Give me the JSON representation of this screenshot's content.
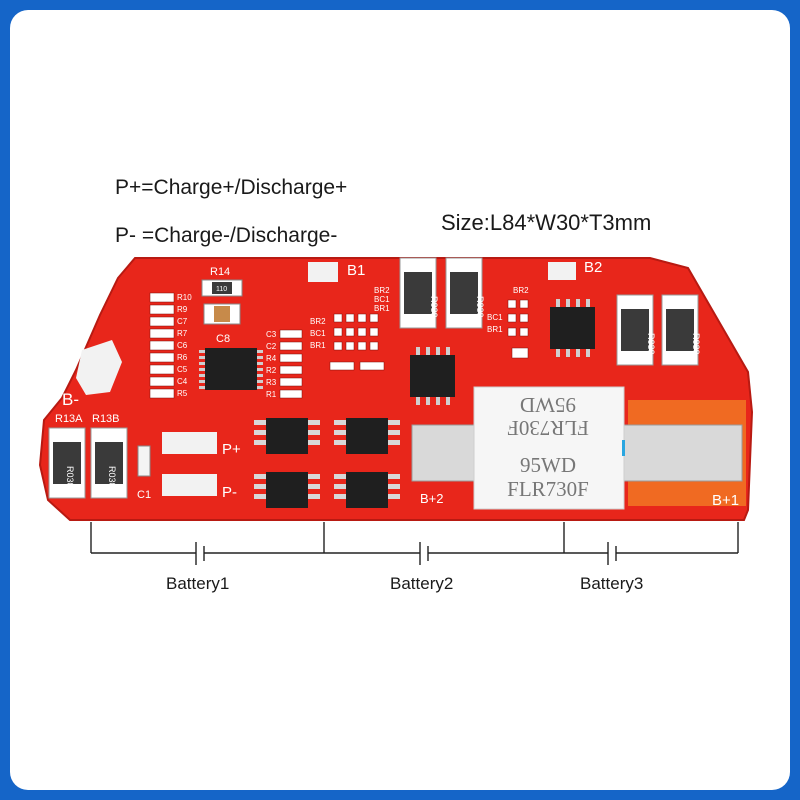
{
  "legend": {
    "p_plus": "P+=Charge+/Discharge+",
    "p_minus": "P- =Charge-/Discharge-"
  },
  "size_text": "Size:L84*W30*T3mm",
  "board": {
    "silk_b_minus": "B-",
    "silk_b1": "B1",
    "silk_b2": "B2",
    "silk_b_plus2": "B+2",
    "silk_b_plus1": "B+1",
    "silk_p_plus": "P+",
    "silk_p_minus": "P-",
    "silk_r14": "R14",
    "silk_c8": "C8",
    "silk_c1": "C1",
    "silk_r13a": "R13A",
    "silk_r13b": "R13B",
    "silk_left_col": [
      "R10",
      "R9",
      "C7",
      "R7",
      "C6",
      "R6",
      "C5",
      "C4",
      "R5"
    ],
    "silk_right_col": [
      "C3",
      "C2",
      "R4",
      "R2",
      "R3",
      "R1"
    ],
    "silk_mid_col": [
      "BR2",
      "BC1",
      "BR1"
    ],
    "silk_mid_col2": [
      "BR2",
      "BC1",
      "BR1"
    ],
    "silk_right_group": [
      "BR2",
      "BC1",
      "BR1"
    ],
    "resistor_code": "R030",
    "r14_code": "110",
    "fuse_lines": [
      "95WD",
      "FLR730F",
      "95WD",
      "FLR730F"
    ],
    "board_color": "#e8261b"
  },
  "batteries": [
    "Battery1",
    "Battery2",
    "Battery3"
  ]
}
